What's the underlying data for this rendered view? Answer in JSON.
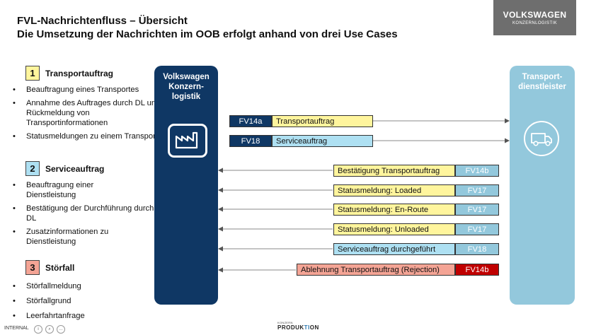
{
  "title": {
    "line1": "FVL-Nachrichtenfluss – Übersicht",
    "line2": "Die Umsetzung der Nachrichten im OOB erfolgt anhand von drei Use Cases"
  },
  "logo": {
    "main": "VOLKSWAGEN",
    "sub": "KONZERNLOGISTIK"
  },
  "use_cases": [
    {
      "number": "1",
      "label": "Transportauftrag",
      "color": "#fff59d",
      "bullets": [
        "Beauftragung eines Transportes",
        "Annahme des Auftrages durch DL und Rückmeldung von Transportinformationen",
        "Statusmeldungen zu einem Transport"
      ]
    },
    {
      "number": "2",
      "label": "Serviceauftrag",
      "color": "#aee0f2",
      "bullets": [
        "Beauftragung einer Dienstleistung",
        "Bestätigung der Durchführung durch DL",
        "Zusatzinformationen zu Dienstleistung"
      ]
    },
    {
      "number": "3",
      "label": "Störfall",
      "color": "#f4a495",
      "bullets": [
        "Störfallmeldung",
        "Störfallgrund",
        "Leerfahrtanfrage"
      ]
    }
  ],
  "columns": {
    "left": {
      "title": "Volkswagen Konzern-logistik",
      "color": "#0f3764",
      "icon": "factory-icon"
    },
    "right": {
      "title": "Transport-dienstleister",
      "color": "#93c8dc",
      "icon": "truck-icon"
    }
  },
  "messages_out": [
    {
      "code": "FV14a",
      "text": "Transportauftrag",
      "code_color": "#0f3764",
      "text_color": "#fff59d"
    },
    {
      "code": "FV18",
      "text": "Serviceauftrag",
      "code_color": "#0f3764",
      "text_color": "#aee0f2"
    }
  ],
  "messages_in": [
    {
      "text": "Bestätigung Transportauftrag",
      "code": "FV14b",
      "text_color": "#fff59d",
      "code_color": "#93c8dc"
    },
    {
      "text": "Statusmeldung: Loaded",
      "code": "FV17",
      "text_color": "#fff59d",
      "code_color": "#93c8dc"
    },
    {
      "text": "Statusmeldung: En-Route",
      "code": "FV17",
      "text_color": "#fff59d",
      "code_color": "#93c8dc"
    },
    {
      "text": "Statusmeldung: Unloaded",
      "code": "FV17",
      "text_color": "#fff59d",
      "code_color": "#93c8dc"
    },
    {
      "text": "Serviceauftrag durchgeführt",
      "code": "FV18",
      "text_color": "#aee0f2",
      "code_color": "#93c8dc"
    },
    {
      "text": "Ablehnung Transportauftrag (Rejection)",
      "code": "FV14b",
      "text_color": "#f4a495",
      "code_color": "#c00000"
    }
  ],
  "footer": {
    "internal": "INTERNAL",
    "brand_small": "KONZERN",
    "brand_main_a": "PRODUK",
    "brand_main_b": "TI",
    "brand_main_c": "ON"
  }
}
